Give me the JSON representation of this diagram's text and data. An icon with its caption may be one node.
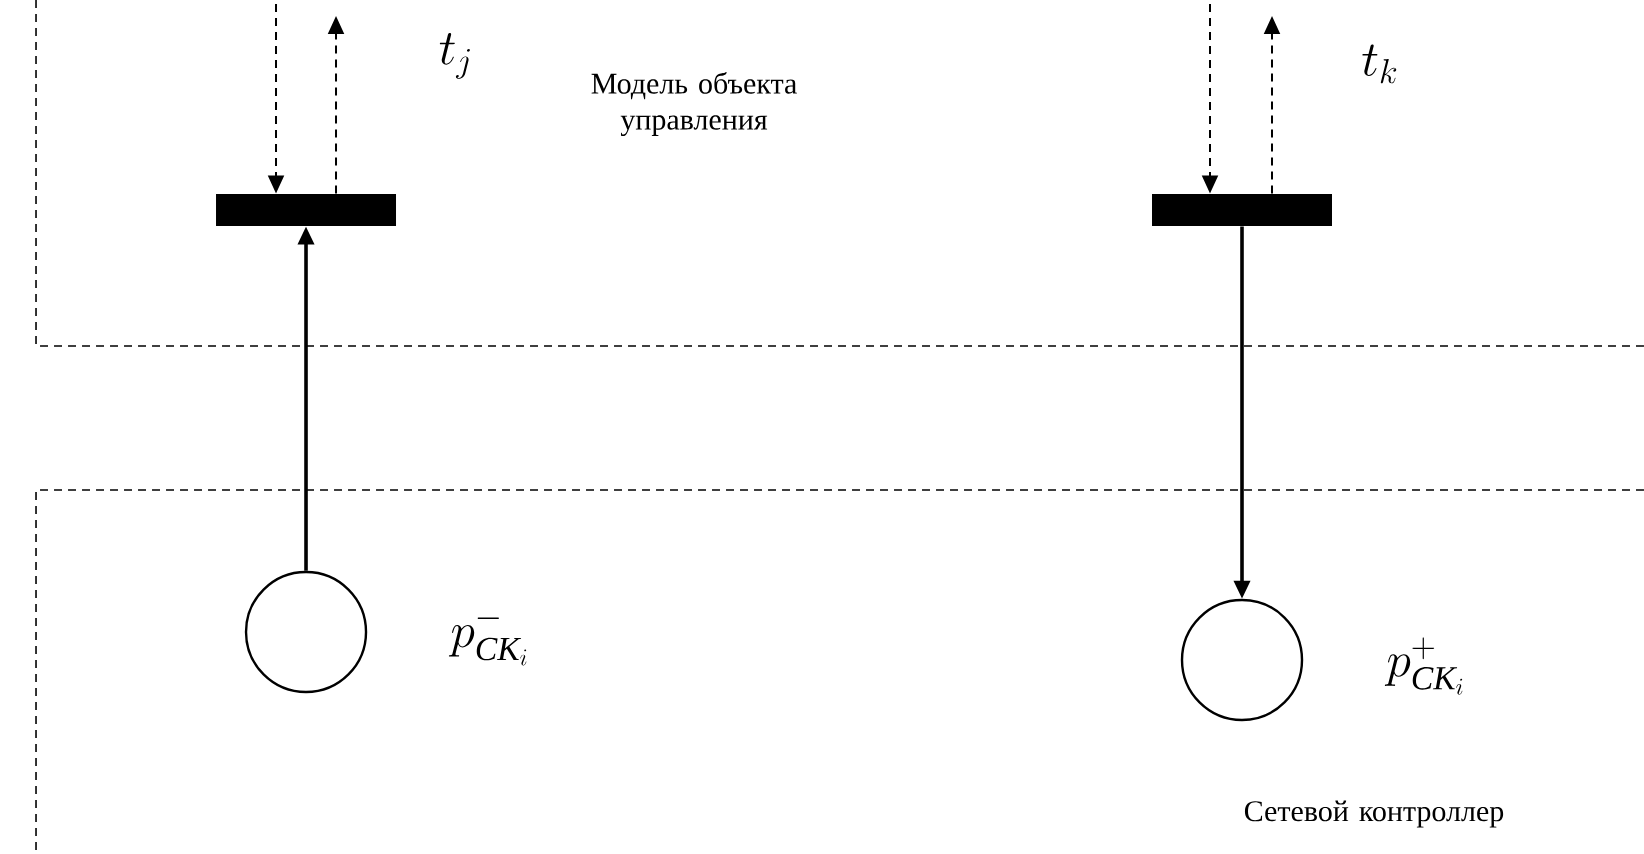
{
  "diagram": {
    "nodes": [
      {
        "text": [
          "Модель объекта управления"
        ]
      },
      {
        "text": [],
        "shape": "bar",
        "in": 0
      },
      {
        "text": [],
        "shape": "bar",
        "in": 0
      },
      {
        "text": [
          "Сетевой контроллер"
        ]
      },
      {
        "text": [],
        "shape": "circle",
        "in": 3
      },
      {
        "text": [],
        "shape": "circle",
        "in": 3
      }
    ],
    "labels": [
      "t_{j}",
      "t_{k}",
      "p^{-}_{\\textit{СК}_{i}}",
      "p^{+}_{\\textit{СК}_{i}}"
    ],
    "edges": [
      {
        "from": null,
        "to": 1,
        "arrow": "to",
        "style": "dashed"
      },
      {
        "from": 1,
        "to": null,
        "arrow": "to",
        "style": "dashed"
      },
      {
        "from": null,
        "to": 2,
        "arrow": "to",
        "style": "dashed"
      },
      {
        "from": 2,
        "to": null,
        "arrow": "to",
        "style": "dashed"
      },
      {
        "from": 4,
        "to": 1,
        "arrow": "to"
      },
      {
        "from": 2,
        "to": 5,
        "arrow": "to"
      }
    ]
  }
}
